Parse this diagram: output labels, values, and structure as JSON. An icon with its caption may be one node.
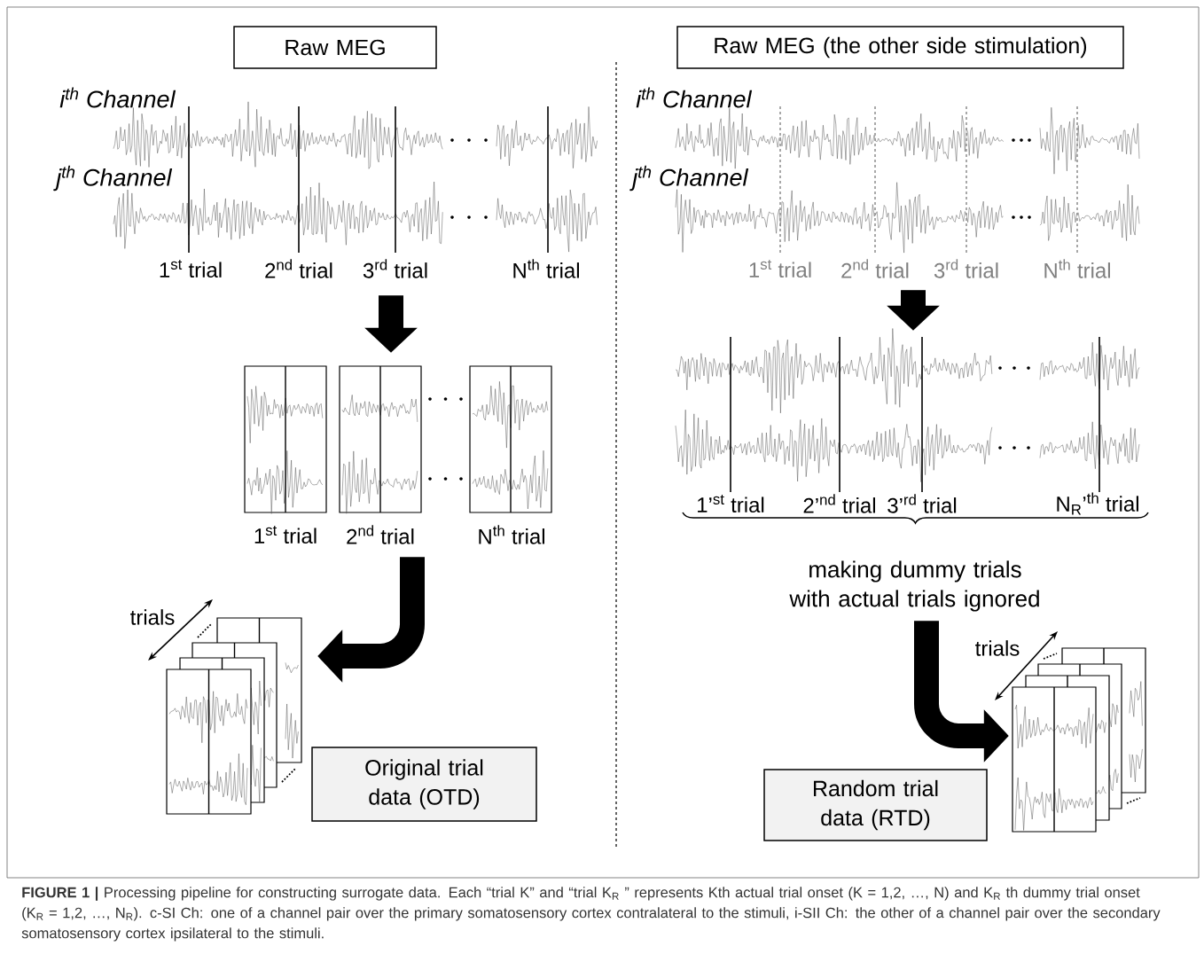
{
  "diagram": {
    "caption": "**FIGURE 1 |** Processing pipeline for constructing surrogate data. Each “trial K” and “trial K$_{R}$ ” represents Kth actual trial onset (K = 1,2, …, N) and K$_{R}$ th dummy trial onset (K$_{R}$ = 1,2, …, N$_{R}$). c-SI Ch: one of a channel pair over the primary somatosensory cortex contralateral to the stimuli, i-SII Ch: the other of a channel pair over the secondary somatosensory cortex ipsilateral to the stimuli.",
    "nodes": [
      {
        "text": [
          "Raw MEG"
        ]
      },
      {
        "text": [
          "Raw MEG (the other side stimulation)"
        ]
      },
      {
        "text": [
          "Original trial data (OTD)"
        ]
      },
      {
        "text": [
          "Random trial data (RTD)"
        ]
      },
      {
        "text": [],
        "shape": "picture",
        "beside": [
          "1$^{st}$ trial",
          "2$^{nd}$ trial",
          "3$^{rd}$ trial",
          "N$^{th}$ trial"
        ]
      },
      {
        "text": [],
        "shape": "picture",
        "beside": [
          "1$^{st}$ trial",
          "2$^{nd}$ trial",
          "N$^{th}$ trial"
        ]
      },
      {
        "text": [],
        "shape": "picture"
      },
      {
        "text": [],
        "shape": "picture",
        "beside": [
          "1$^{st}$ trial",
          "2$^{nd}$ trial",
          "3$^{rd}$ trial",
          "N$^{th}$ trial"
        ]
      },
      {
        "text": [],
        "shape": "picture",
        "beside": [
          "1’$^{st}$ trial",
          "2’$^{nd}$ trial",
          "3’$^{rd}$ trial",
          "N$_{R}$’$^{th}$ trial"
        ]
      },
      {
        "text": [],
        "shape": "picture"
      },
      {
        "text": [
          "making dummy trials with actual trials ignored"
        ]
      }
    ],
    "edges": [
      {
        "from": 4,
        "to": 5,
        "arrow": "to"
      },
      {
        "from": 5,
        "to": 6,
        "arrow": "to"
      },
      {
        "from": 7,
        "to": 8,
        "arrow": "to"
      },
      {
        "from": 10,
        "to": 9,
        "arrow": "to"
      }
    ],
    "labels": [
      "i$^{th}$ Channel",
      "i$^{th}$ Channel",
      "j$^{th}$ Channel",
      "j$^{th}$ Channel",
      "trials",
      "trials"
    ]
  }
}
